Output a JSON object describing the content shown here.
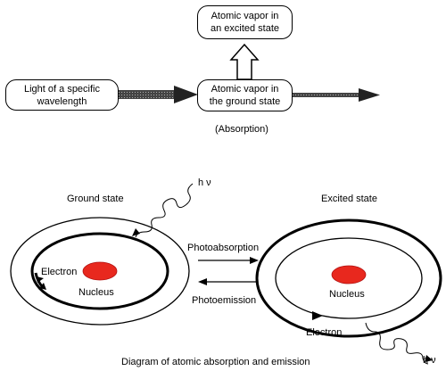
{
  "flow": {
    "light_box": "Light of a specific\nwavelength",
    "ground_box": "Atomic vapor in\nthe ground state",
    "excited_box": "Atomic vapor in\nan excited state",
    "absorption_label": "(Absorption)"
  },
  "atoms": {
    "ground_label": "Ground state",
    "excited_label": "Excited state",
    "photon_in_label": "h ν",
    "photon_out_label": "h ν",
    "electron_left": "Electron",
    "electron_right": "Electron",
    "nucleus_left": "Nucleus",
    "nucleus_right": "Nucleus",
    "photoabsorption": "Photoabsorption",
    "photoemission": "Photoemission",
    "nucleus_color": "#e8281e"
  },
  "caption": "Diagram of atomic absorption and emission"
}
